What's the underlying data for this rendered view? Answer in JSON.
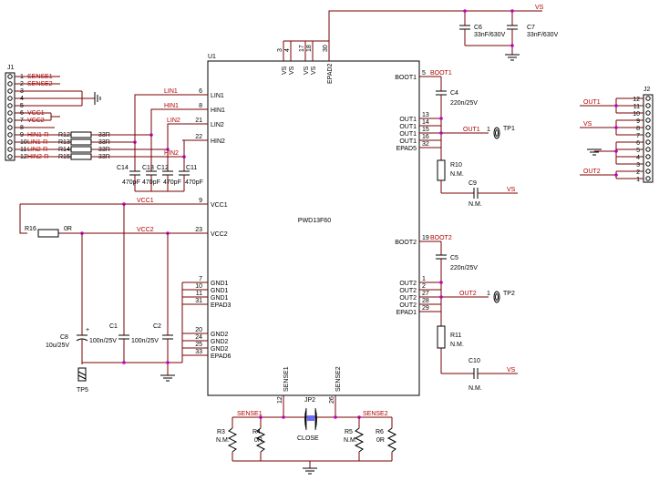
{
  "colors": {
    "wire": "#7a0000",
    "net": "#b00000",
    "junction": "#c000c0",
    "ink": "#000000"
  },
  "u1": {
    "ref": "U1",
    "part": "PWD13F60",
    "left_pins": [
      {
        "num": "6",
        "name": "LIN1"
      },
      {
        "num": "8",
        "name": "HIN1"
      },
      {
        "num": "21",
        "name": "LIN2"
      },
      {
        "num": "22",
        "name": "HIN2"
      },
      {
        "num": "9",
        "name": "VCC1"
      },
      {
        "num": "23",
        "name": "VCC2"
      },
      {
        "num": "7",
        "name": "GND1"
      },
      {
        "num": "10",
        "name": "GND1"
      },
      {
        "num": "11",
        "name": "GND1"
      },
      {
        "num": "31",
        "name": "EPAD3"
      },
      {
        "num": "20",
        "name": "GND2"
      },
      {
        "num": "24",
        "name": "GND2"
      },
      {
        "num": "25",
        "name": "GND2"
      },
      {
        "num": "33",
        "name": "EPAD6"
      }
    ],
    "top_pins": [
      {
        "num": "3",
        "name": "VS"
      },
      {
        "num": "4",
        "name": "VS"
      },
      {
        "num": "17",
        "name": "VS"
      },
      {
        "num": "18",
        "name": "VS"
      },
      {
        "num": "30",
        "name": "EPAD2"
      }
    ],
    "right_pins": [
      {
        "num": "5",
        "name": "BOOT1"
      },
      {
        "num": "13",
        "name": "OUT1"
      },
      {
        "num": "14",
        "name": "OUT1"
      },
      {
        "num": "15",
        "name": "OUT1"
      },
      {
        "num": "16",
        "name": "OUT1"
      },
      {
        "num": "32",
        "name": "EPAD5"
      },
      {
        "num": "19",
        "name": "BOOT2"
      },
      {
        "num": "1",
        "name": "OUT2"
      },
      {
        "num": "2",
        "name": "OUT2"
      },
      {
        "num": "27",
        "name": "OUT2"
      },
      {
        "num": "28",
        "name": "OUT2"
      },
      {
        "num": "29",
        "name": "EPAD1"
      }
    ],
    "bottom_pins": [
      {
        "num": "12",
        "name": "SENSE1"
      },
      {
        "num": "26",
        "name": "SENSE2"
      }
    ]
  },
  "j1": {
    "ref": "J1",
    "pins": [
      {
        "num": "1",
        "net": "SENSE1"
      },
      {
        "num": "2",
        "net": "SENSE2"
      },
      {
        "num": "3",
        "net": ""
      },
      {
        "num": "4",
        "net": ""
      },
      {
        "num": "5",
        "net": ""
      },
      {
        "num": "6",
        "net": "VCC1"
      },
      {
        "num": "7",
        "net": "VCC2"
      },
      {
        "num": "8",
        "net": ""
      },
      {
        "num": "9",
        "net": "HIN1-R"
      },
      {
        "num": "10",
        "net": "LIN1-R"
      },
      {
        "num": "11",
        "net": "LIN2-R"
      },
      {
        "num": "12",
        "net": "HIN2-R"
      }
    ]
  },
  "j2": {
    "ref": "J2",
    "pins": [
      "12",
      "11",
      "10",
      "9",
      "8",
      "7",
      "6",
      "5",
      "4",
      "3",
      "2",
      "1"
    ]
  },
  "resistors_in": [
    {
      "ref": "R12",
      "value": "33R"
    },
    {
      "ref": "R13",
      "value": "33R"
    },
    {
      "ref": "R14",
      "value": "33R"
    },
    {
      "ref": "R15",
      "value": "33R"
    }
  ],
  "input_caps": [
    {
      "ref": "C14",
      "value": "470pF"
    },
    {
      "ref": "C13",
      "value": "470pF"
    },
    {
      "ref": "C12",
      "value": "470pF"
    },
    {
      "ref": "C11",
      "value": "470pF"
    }
  ],
  "nets": {
    "lin1": "LIN1",
    "hin1": "HIN1",
    "lin2": "LIN2",
    "hin2": "HIN2",
    "vcc1": "VCC1",
    "vcc2": "VCC2",
    "vs": "VS",
    "out1": "OUT1",
    "out2": "OUT2",
    "boot1": "BOOT1",
    "boot2": "BOOT2",
    "sense1": "SENSE1",
    "sense2": "SENSE2"
  },
  "parts": {
    "r16": {
      "ref": "R16",
      "value": "0R"
    },
    "c8": {
      "ref": "C8",
      "value": "10u/25V"
    },
    "c1": {
      "ref": "C1",
      "value": "100n/25V"
    },
    "c2": {
      "ref": "C2",
      "value": "100n/25V"
    },
    "tp5": {
      "ref": "TP5"
    },
    "c6": {
      "ref": "C6",
      "value": "33nF/630V"
    },
    "c7": {
      "ref": "C7",
      "value": "33nF/630V"
    },
    "c4": {
      "ref": "C4",
      "value": "220n/25V"
    },
    "c5": {
      "ref": "C5",
      "value": "220n/25V"
    },
    "r10": {
      "ref": "R10",
      "value": "N.M."
    },
    "r11": {
      "ref": "R11",
      "value": "N.M."
    },
    "c9": {
      "ref": "C9",
      "value": "N.M."
    },
    "c10": {
      "ref": "C10",
      "value": "N.M."
    },
    "tp1": {
      "ref": "TP1",
      "pin": "1"
    },
    "tp2": {
      "ref": "TP2",
      "pin": "1"
    },
    "r3": {
      "ref": "R3",
      "value": "N.M."
    },
    "r4": {
      "ref": "R4",
      "value": "0R"
    },
    "r5": {
      "ref": "R5",
      "value": "N.M."
    },
    "r6": {
      "ref": "R6",
      "value": "0R"
    },
    "jp2": {
      "ref": "JP2",
      "value": "CLOSE"
    }
  }
}
